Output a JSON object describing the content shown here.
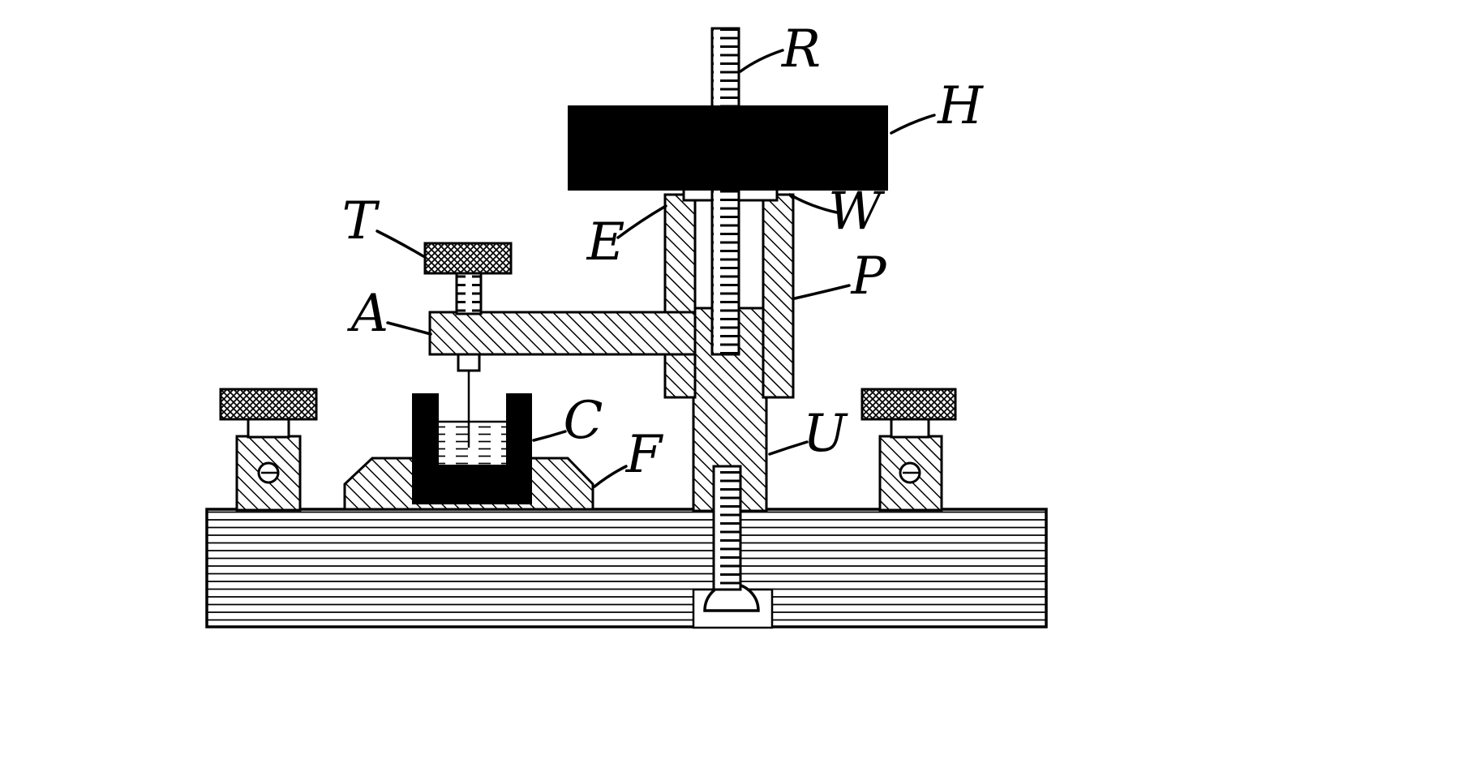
{
  "figure": {
    "background": "#ffffff",
    "ink": "#000000",
    "labels": {
      "rod": "R",
      "hammer_block": "H",
      "washer": "W",
      "frame_left": "E",
      "frame_right": "P",
      "thumbscrew": "T",
      "arm": "A",
      "cup": "C",
      "foot_block": "F",
      "upright": "U"
    }
  }
}
